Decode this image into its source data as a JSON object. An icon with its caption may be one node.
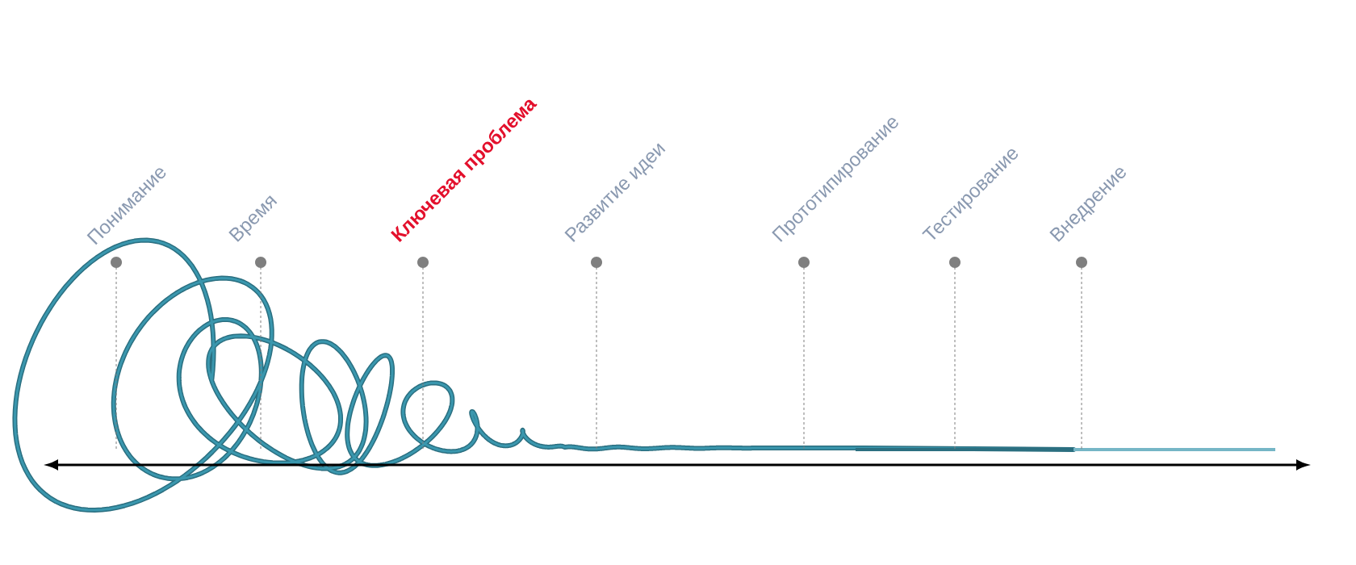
{
  "diagram": {
    "labels": [
      "Понимание",
      "Время",
      "Ключевая проблема",
      "Развитие идеи",
      "Прототипирование",
      "Тестирование",
      "Внедрение"
    ]
  }
}
